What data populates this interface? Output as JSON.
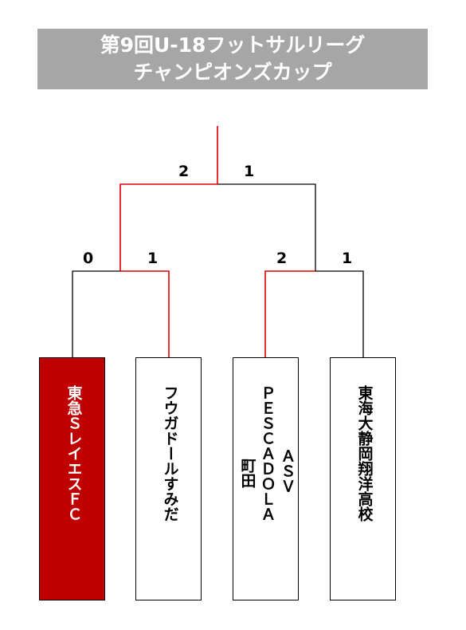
{
  "title": {
    "line1": "第9回U-18フットサルリーグ",
    "line2": "チャンピオンズカップ"
  },
  "scores": {
    "final_left": "2",
    "final_right": "1",
    "semi1_left": "0",
    "semi1_right": "1",
    "semi2_left": "2",
    "semi2_right": "1"
  },
  "teams": [
    {
      "name": "東急SレイエスFC",
      "col1": "東急ＳレイエスＦＣ",
      "winner": true
    },
    {
      "name": "フウガドールすみだ",
      "col1": "フウガドールすみだ",
      "winner": false
    },
    {
      "name": "ASV PESCADOLA 町田",
      "col1": "ＡＳＶ",
      "col2": "ＰＥＳＣＡＤＯＬＡ",
      "col3": "町田",
      "winner": false
    },
    {
      "name": "東海大静岡翔洋高校",
      "col1": "東海大静岡翔洋高校",
      "winner": false
    }
  ],
  "colors": {
    "title_bg": "#a6a6a6",
    "winner_line": "#e00000",
    "winner_box": "#c00000",
    "line": "#000000"
  }
}
